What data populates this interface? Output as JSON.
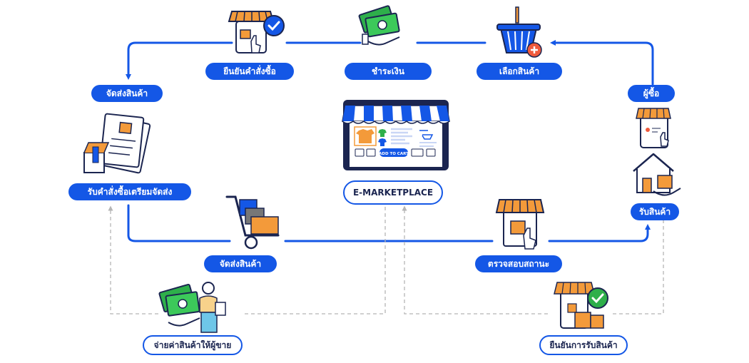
{
  "labels": {
    "confirm_order": "ยืนยันคำสั่งซื้อ",
    "payment": "ชำระเงิน",
    "select_product": "เลือกสินค้า",
    "ship_product_top": "จัดส่งสินค้า",
    "buyer": "ผู้ซื้อ",
    "receive_order": "รับคำสั่งซื้อเตรียมจัดส่ง",
    "marketplace": "E-MARKETPLACE",
    "receive_product": "รับสินค้า",
    "ship_product_bottom": "จัดส่งสินค้า",
    "check_status": "ตรวจสอบสถานะ",
    "pay_seller": "จ่ายค่าสินค้าให้ผู้ขาย",
    "confirm_receipt": "ยืนยันการรับสินค้า"
  },
  "screen": {
    "add_to_cart": "ADD TO CART"
  },
  "colors": {
    "primary": "#1457e6",
    "dashed": "#b5b5b5",
    "orange": "#f39a3a",
    "green": "#2eaf4a",
    "red": "#ef5a3c",
    "navy": "#1b2550"
  }
}
